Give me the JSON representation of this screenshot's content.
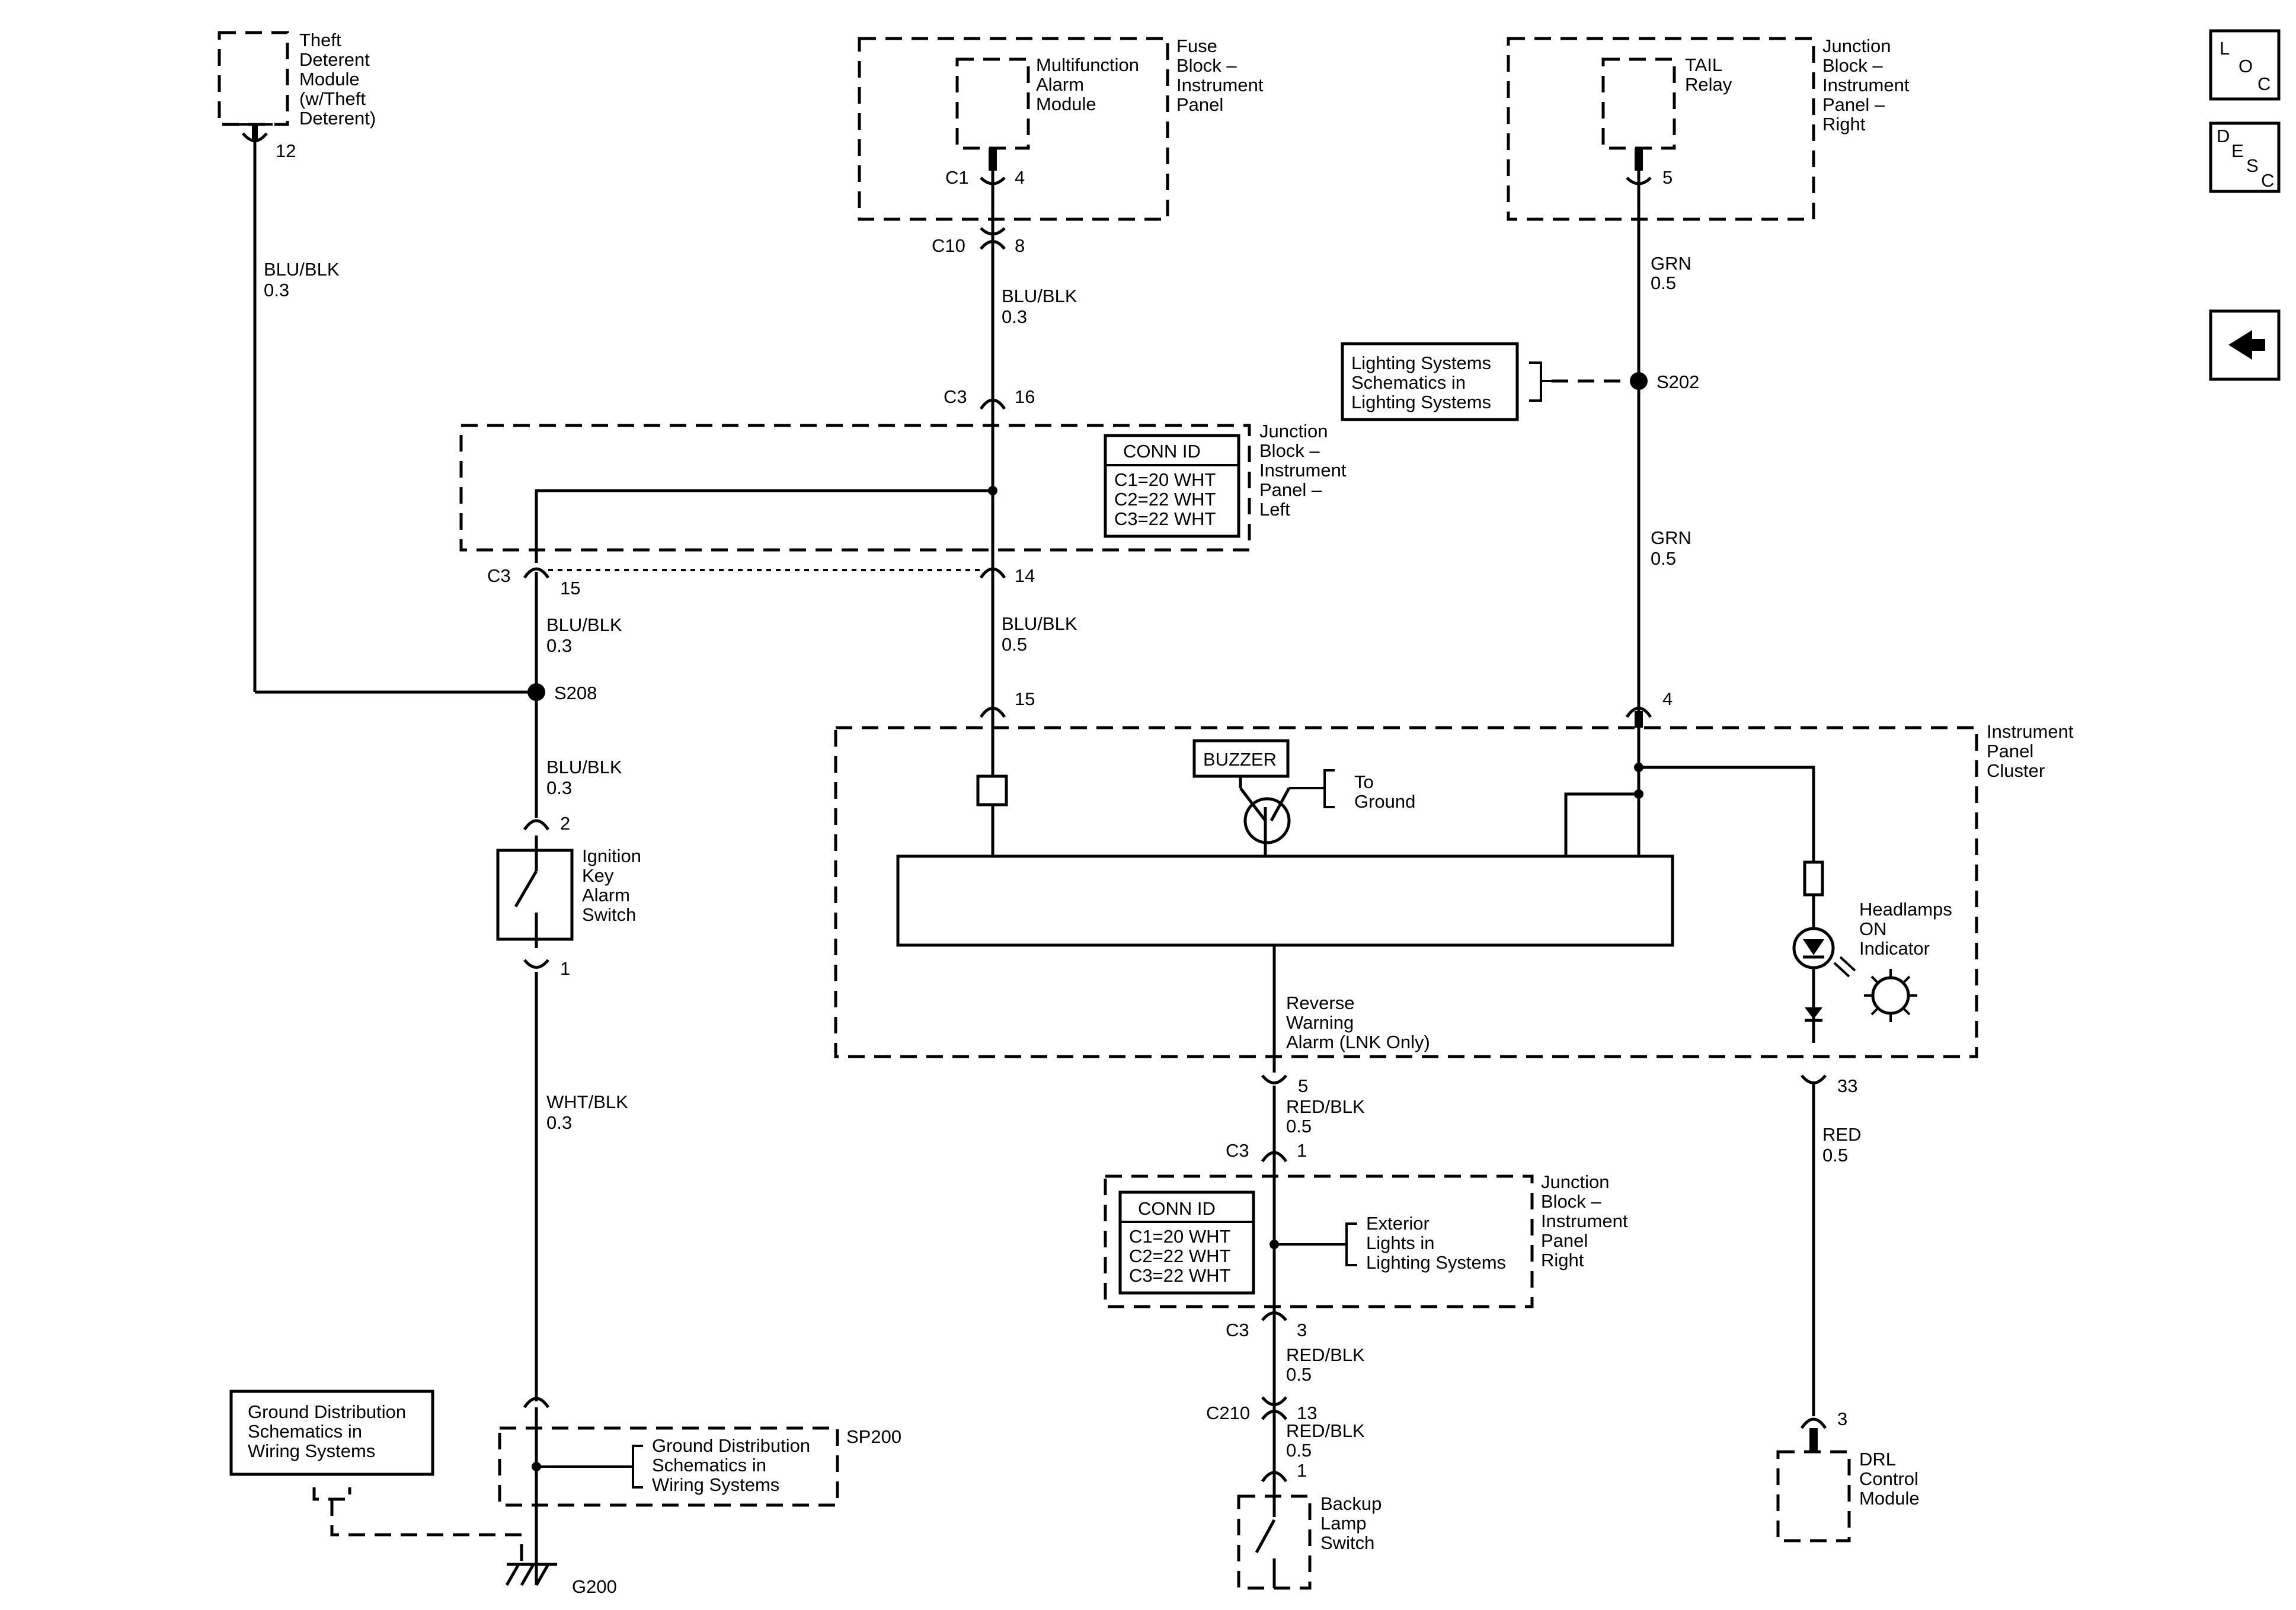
{
  "nav": {
    "loc": {
      "l": "L",
      "o": "O",
      "c": "C"
    },
    "desc": {
      "d": "D",
      "e": "E",
      "s": "S",
      "c": "C"
    },
    "back_icon": "left-arrow-icon"
  },
  "components": {
    "theft_module": [
      "Theft",
      "Deterent",
      "Module",
      "(w/Theft",
      "Deterent)"
    ],
    "fuse_block": [
      "Fuse",
      "Block –",
      "Instrument",
      "Panel"
    ],
    "alarm_module": [
      "Multifunction",
      "Alarm",
      "Module"
    ],
    "jb_right_top": [
      "Junction",
      "Block –",
      "Instrument",
      "Panel –",
      "Right"
    ],
    "tail_relay": [
      "TAIL",
      "Relay"
    ],
    "jb_left": [
      "Junction",
      "Block –",
      "Instrument",
      "Panel –",
      "Left"
    ],
    "cluster": [
      "Instrument",
      "Panel",
      "Cluster"
    ],
    "ign_switch": [
      "Ignition",
      "Key",
      "Alarm",
      "Switch"
    ],
    "headlamps": [
      "Headlamps",
      "ON",
      "Indicator"
    ],
    "to_ground": [
      "To",
      "Ground"
    ],
    "reverse": [
      "Reverse",
      "Warning",
      "Alarm (LNK Only)"
    ],
    "jb_right_bottom": [
      "Junction",
      "Block –",
      "Instrument",
      "Panel",
      "Right"
    ],
    "backup_switch": [
      "Backup",
      "Lamp",
      "Switch"
    ],
    "drl_module": [
      "DRL",
      "Control",
      "Module"
    ],
    "buzzer": "BUZZER"
  },
  "references": {
    "lighting": [
      "Lighting Systems",
      "Schematics in",
      "Lighting Systems"
    ],
    "exterior": [
      "Exterior",
      "Lights in",
      "Lighting Systems"
    ],
    "ground_left": [
      "Ground Distribution",
      "Schematics in",
      "Wiring Systems"
    ],
    "ground_sp200": [
      "Ground Distribution",
      "Schematics in",
      "Wiring Systems"
    ]
  },
  "conn_id": {
    "title": "CONN ID",
    "rows": [
      "C1=20 WHT",
      "C2=22 WHT",
      "C3=22 WHT"
    ]
  },
  "wires": {
    "theft": [
      "BLU/BLK",
      "0.3"
    ],
    "alarm": [
      "BLU/BLK",
      "0.3"
    ],
    "tail": [
      "GRN",
      "0.5"
    ],
    "tail_lower": [
      "GRN",
      "0.5"
    ],
    "c3_15": [
      "BLU/BLK",
      "0.3"
    ],
    "c3_14": [
      "BLU/BLK",
      "0.5"
    ],
    "s208_down": [
      "BLU/BLK",
      "0.3"
    ],
    "ign_down": [
      "WHT/BLK",
      "0.3"
    ],
    "rev_1": [
      "RED/BLK",
      "0.5"
    ],
    "rev_2": [
      "RED/BLK",
      "0.5"
    ],
    "rev_3": [
      "RED/BLK",
      "0.5"
    ],
    "drl": [
      "RED",
      "0.5"
    ]
  },
  "pins": {
    "p12": "12",
    "c1": "C1",
    "p4": "4",
    "c10": "C10",
    "p8": "8",
    "p5": "5",
    "c3a": "C3",
    "p16": "16",
    "c3b": "C3",
    "p15": "15",
    "p14": "14",
    "p15b": "15",
    "p4b": "4",
    "p2": "2",
    "p1": "1",
    "p5b": "5",
    "p33": "33",
    "c3c": "C3",
    "p1b": "1",
    "c3d": "C3",
    "p3": "3",
    "c210": "C210",
    "p13": "13",
    "p1c": "1",
    "p3b": "3"
  },
  "splices": {
    "s202": "S202",
    "s208": "S208",
    "sp200": "SP200",
    "g200": "G200"
  }
}
